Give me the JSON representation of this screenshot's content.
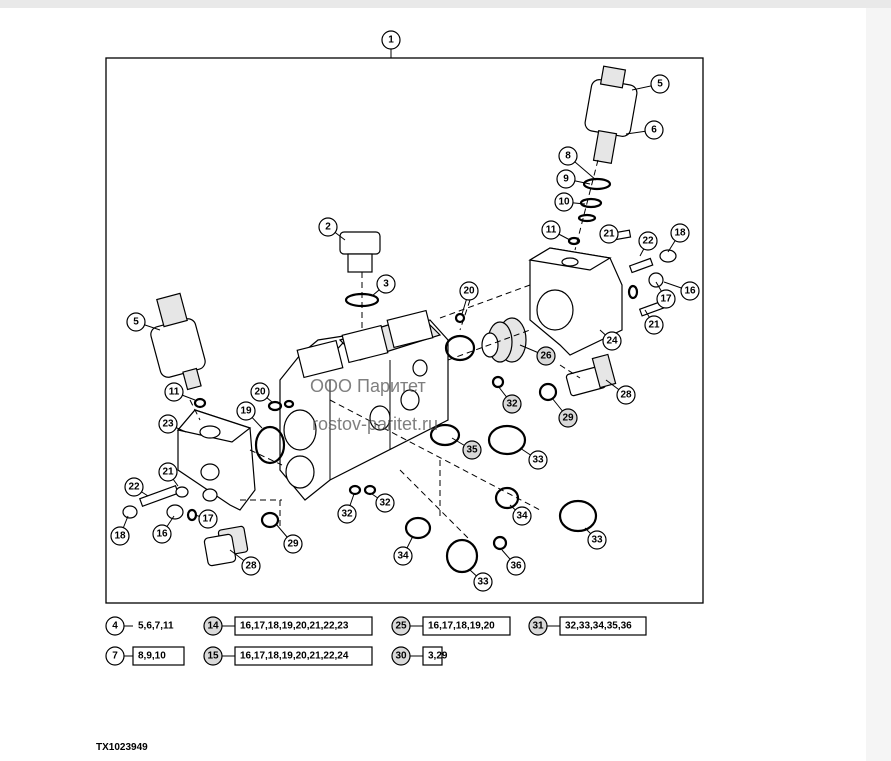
{
  "figure_id": "TX1023949",
  "watermark": {
    "line1": "ООО Паритет",
    "line2": "rostov-paritet.ru"
  },
  "assembly_callout": "1",
  "callouts": [
    {
      "label": "2",
      "style": "white"
    },
    {
      "label": "3",
      "style": "white"
    },
    {
      "label": "5",
      "style": "white"
    },
    {
      "label": "6",
      "style": "white"
    },
    {
      "label": "8",
      "style": "white"
    },
    {
      "label": "9",
      "style": "white"
    },
    {
      "label": "10",
      "style": "white"
    },
    {
      "label": "11",
      "style": "white"
    },
    {
      "label": "21",
      "style": "white"
    },
    {
      "label": "22",
      "style": "white"
    },
    {
      "label": "18",
      "style": "white"
    },
    {
      "label": "16",
      "style": "white"
    },
    {
      "label": "17",
      "style": "white"
    },
    {
      "label": "21",
      "style": "white"
    },
    {
      "label": "24",
      "style": "white"
    },
    {
      "label": "20",
      "style": "white"
    },
    {
      "label": "26",
      "style": "grey"
    },
    {
      "label": "28",
      "style": "white"
    },
    {
      "label": "29",
      "style": "grey"
    },
    {
      "label": "32",
      "style": "grey"
    },
    {
      "label": "33",
      "style": "white"
    },
    {
      "label": "35",
      "style": "grey"
    },
    {
      "label": "5",
      "style": "white"
    },
    {
      "label": "11",
      "style": "white"
    },
    {
      "label": "20",
      "style": "white"
    },
    {
      "label": "19",
      "style": "white"
    },
    {
      "label": "23",
      "style": "white"
    },
    {
      "label": "21",
      "style": "white"
    },
    {
      "label": "22",
      "style": "white"
    },
    {
      "label": "18",
      "style": "white"
    },
    {
      "label": "16",
      "style": "white"
    },
    {
      "label": "17",
      "style": "white"
    },
    {
      "label": "28",
      "style": "white"
    },
    {
      "label": "29",
      "style": "white"
    },
    {
      "label": "32",
      "style": "white"
    },
    {
      "label": "32",
      "style": "white"
    },
    {
      "label": "34",
      "style": "white"
    },
    {
      "label": "34",
      "style": "white"
    },
    {
      "label": "33",
      "style": "white"
    },
    {
      "label": "36",
      "style": "white"
    },
    {
      "label": "33",
      "style": "white"
    }
  ],
  "legend": [
    {
      "callout": "4",
      "style": "white",
      "contents": "5,6,7,11"
    },
    {
      "callout": "14",
      "style": "grey",
      "contents": "16,17,18,19,20,21,22,23"
    },
    {
      "callout": "25",
      "style": "grey",
      "contents": "16,17,18,19,20"
    },
    {
      "callout": "31",
      "style": "grey",
      "contents": "32,33,34,35,36"
    },
    {
      "callout": "7",
      "style": "white",
      "contents": "8,9,10"
    },
    {
      "callout": "15",
      "style": "grey",
      "contents": "16,17,18,19,20,21,22,24"
    },
    {
      "callout": "30",
      "style": "grey",
      "contents": "3,29"
    }
  ]
}
